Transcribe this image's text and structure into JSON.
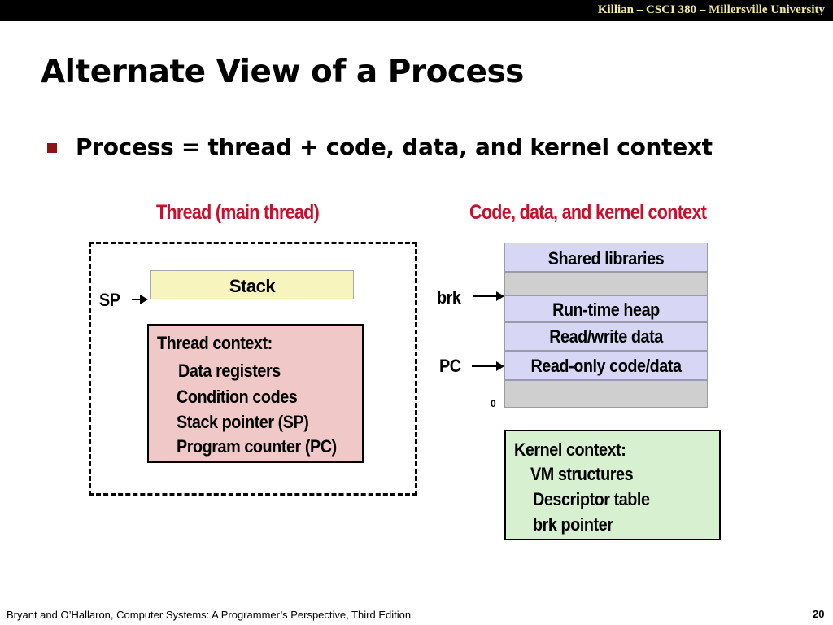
{
  "header": {
    "course_banner": "Killian – CSCI 380 – Millersville University"
  },
  "slide": {
    "title": "Alternate View of a Process",
    "bullet": "Process = thread + code, data, and kernel context"
  },
  "thread_section": {
    "heading": "Thread (main thread)",
    "sp_label": "SP",
    "stack_label": "Stack",
    "context_title": "Thread context:",
    "context_items": [
      "Data registers",
      "Condition codes",
      "Stack pointer (SP)",
      "Program counter (PC)"
    ]
  },
  "code_section": {
    "heading": "Code, data, and kernel context",
    "brk_label": "brk",
    "pc_label": "PC",
    "zero_label": "0",
    "segments": [
      "Shared libraries",
      "",
      "Run-time heap",
      "Read/write data",
      "Read-only code/data",
      ""
    ],
    "kernel_title": "Kernel context:",
    "kernel_items": [
      "VM structures",
      "Descriptor table",
      "brk pointer"
    ]
  },
  "colors": {
    "heading_red": "#c8102e",
    "stack_fill": "#f7f4bd",
    "thread_context_fill": "#f0c8c8",
    "memory_fill": "#d7d7f5",
    "memory_gap_fill": "#cfcfcf",
    "kernel_fill": "#d6f0d0",
    "bullet_marker": "#8b1414"
  },
  "footer": {
    "citation": "Bryant and O’Hallaron, Computer Systems: A Programmer’s Perspective, Third Edition",
    "page_number": "20"
  }
}
